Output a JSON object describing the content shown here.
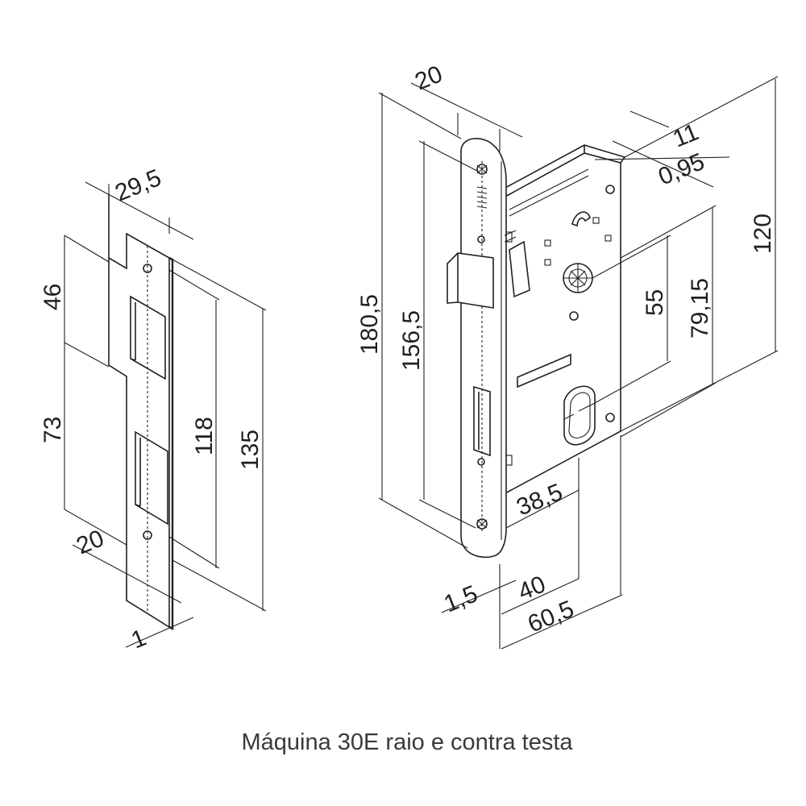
{
  "caption": "Máquina 30E raio e contra testa",
  "strike_plate": {
    "dimensions": {
      "width_top": "29,5",
      "upper_height": "46",
      "lower_height": "73",
      "slot_span": "118",
      "total_height": "135",
      "width_bottom": "20",
      "thickness": "1"
    }
  },
  "lock_body": {
    "dimensions": {
      "faceplate_width": "20",
      "total_height": "180,5",
      "fixing_span": "156,5",
      "body_height": "120",
      "depth": "11",
      "plate_thickness": "0,95",
      "handle_to_cylinder": "55",
      "offset_79": "79,15",
      "backset": "38,5",
      "faceplate_offset": "1,5",
      "body_depth_40": "40",
      "total_depth": "60,5"
    }
  }
}
